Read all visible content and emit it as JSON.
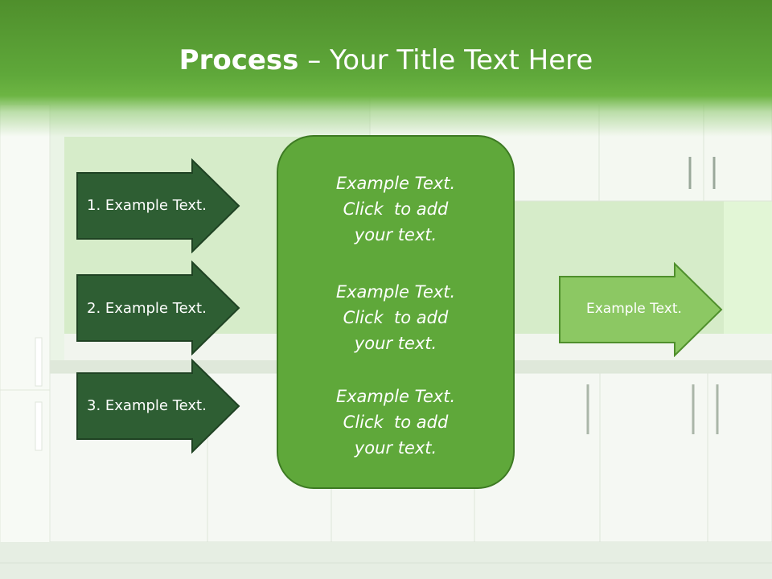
{
  "slide": {
    "title_bold": "Process",
    "title_sep": " – ",
    "title_rest": "Your Title Text Here"
  },
  "left_arrows": [
    {
      "label": "1. Example Text."
    },
    {
      "label": "2. Example Text."
    },
    {
      "label": "3. Example Text."
    }
  ],
  "center_box": {
    "paragraphs": [
      {
        "line1": "Example Text.",
        "line2": "Click  to add",
        "line3": "your text."
      },
      {
        "line1": "Example Text.",
        "line2": "Click  to add",
        "line3": "your text."
      },
      {
        "line1": "Example Text.",
        "line2": "Click  to add",
        "line3": "your text."
      }
    ]
  },
  "right_arrow": {
    "label": "Example Text."
  },
  "colors": {
    "title_band": "#5fa83a",
    "dark_arrow_fill": "#2e5e33",
    "center_fill": "#5fa83a",
    "right_arrow_fill": "#8cc863",
    "outline": "#3d7a23"
  }
}
